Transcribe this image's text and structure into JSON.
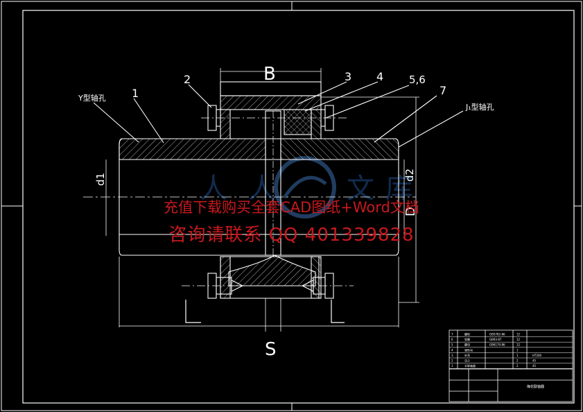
{
  "drawing": {
    "dim_labels": {
      "B": "B",
      "S": "S",
      "L_left": "L",
      "L_right": "L",
      "d1": "d1",
      "d2": "d2",
      "D": "D"
    },
    "callouts": [
      "1",
      "2",
      "3",
      "4",
      "5,6",
      "7"
    ],
    "hole_labels": {
      "y_type": "Y型轴孔",
      "j1_type": "J₁型轴孔"
    }
  },
  "watermark": {
    "line1": "充值下载购买全套CAD图纸+Word文档",
    "line2": "咨询请联系  QQ 401339828",
    "logo": "人人文库"
  },
  "title_block": {
    "parts_rows": [
      {
        "no": "7",
        "name": "螺栓",
        "std": "GB5782-86",
        "qty": "12",
        "mat": ""
      },
      {
        "no": "6",
        "name": "垫圈",
        "std": "GB93-87",
        "qty": "12",
        "mat": ""
      },
      {
        "no": "5",
        "name": "螺母",
        "std": "GB6170-86",
        "qty": "12",
        "mat": ""
      },
      {
        "no": "4",
        "name": "弹性块",
        "std": "",
        "qty": "1",
        "mat": ""
      },
      {
        "no": "3",
        "name": "外壳",
        "std": "",
        "qty": "1",
        "mat": "HT200"
      },
      {
        "no": "2",
        "name": "法兰",
        "std": "",
        "qty": "2",
        "mat": "45"
      },
      {
        "no": "1",
        "name": "半联轴器",
        "std": "",
        "qty": "2",
        "mat": "45"
      }
    ],
    "design_title": "梅花联轴器"
  }
}
